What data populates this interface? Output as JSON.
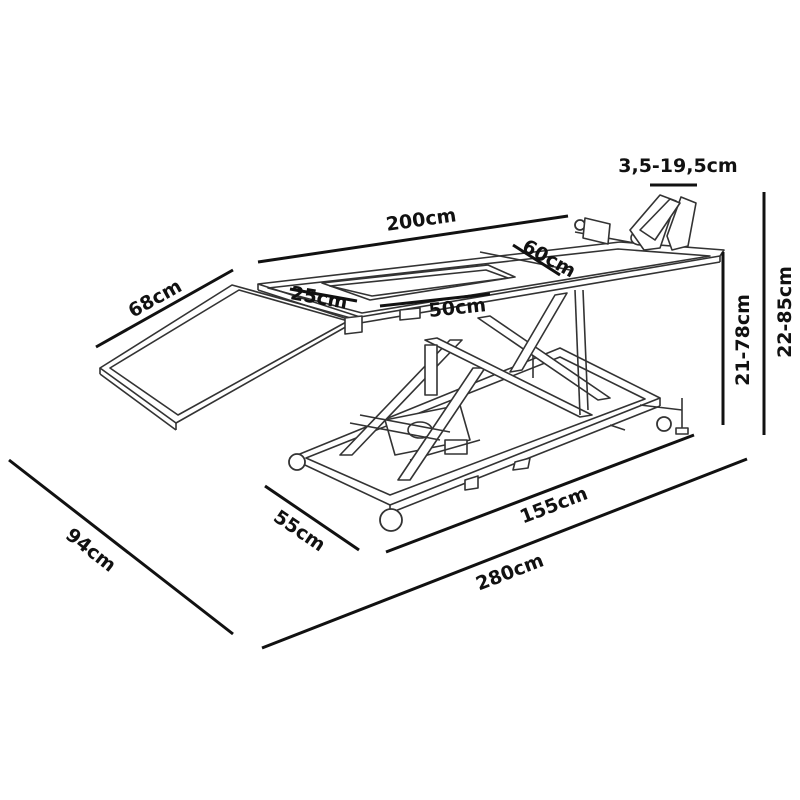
{
  "diagram": {
    "subject": "motorcycle-lift-table",
    "dimensions": {
      "clamp_range": "3,5-19,5cm",
      "platform_length": "200cm",
      "ramp_width": "68cm",
      "front_platform_width": "60cm",
      "panel_depth": "25cm",
      "panel_width": "50cm",
      "lift_height": "21-78cm",
      "total_height": "22-85cm",
      "base_width": "55cm",
      "base_length": "155cm",
      "total_width": "94cm",
      "total_length": "280cm"
    }
  }
}
